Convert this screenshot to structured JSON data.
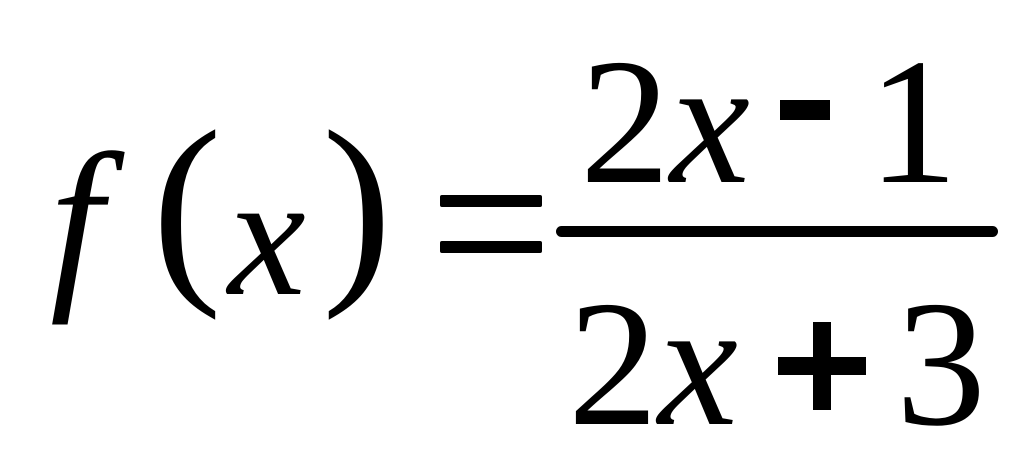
{
  "formula": {
    "lhs": {
      "function_name": "f",
      "open_paren": "(",
      "variable": "x",
      "close_paren": ")"
    },
    "equals": "=",
    "numerator": {
      "coefficient": "2",
      "variable": "x",
      "operator": "-",
      "constant": "1"
    },
    "denominator": {
      "coefficient": "2",
      "variable": "x",
      "operator": "+",
      "constant": "3"
    }
  }
}
